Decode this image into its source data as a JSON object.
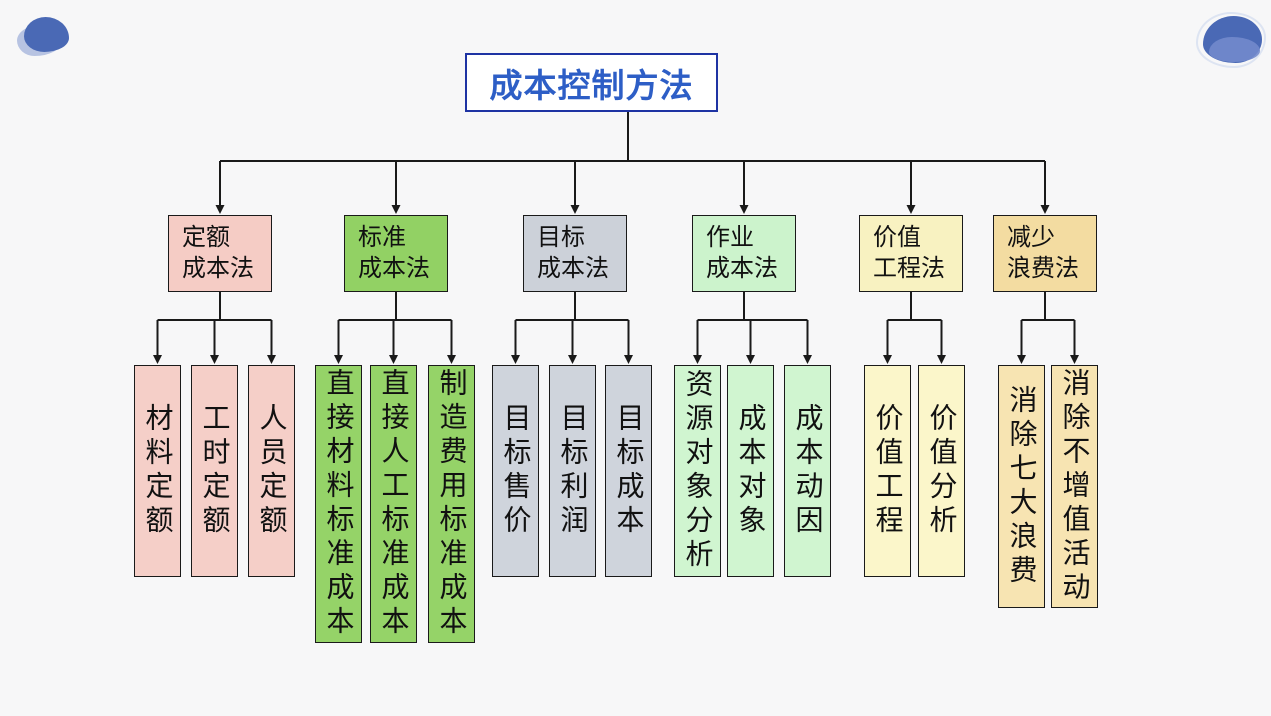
{
  "title": {
    "label": "成本控制方法",
    "text_color": "#2d5ec6",
    "border_color": "#1e33a3"
  },
  "lines": {
    "color": "#1a1a1a"
  },
  "branches": [
    {
      "label": "定额\n成本法",
      "color": "#f5ccc5",
      "child_color": "#f5cfc8",
      "children": [
        "材料定额",
        "工时定额",
        "人员定额"
      ]
    },
    {
      "label": "标准\n成本法",
      "color": "#92d164",
      "child_color": "#95d368",
      "children": [
        "直接材料标准成本",
        "直接人工标准成本",
        "制造费用标准成本"
      ]
    },
    {
      "label": "目标\n成本法",
      "color": "#ccd1d9",
      "child_color": "#cfd4dc",
      "children": [
        "目标售价",
        "目标利润",
        "目标成本"
      ]
    },
    {
      "label": "作业\n成本法",
      "color": "#ccf3cc",
      "child_color": "#d0f5d0",
      "children": [
        "资源对象分析",
        "成本对象",
        "成本动因"
      ]
    },
    {
      "label": "价值\n工程法",
      "color": "#f8f2c1",
      "child_color": "#fbf6ca",
      "children": [
        "价值工程",
        "价值分析"
      ]
    },
    {
      "label": "减少\n浪费法",
      "color": "#f3dca1",
      "child_color": "#f7e4b2",
      "children": [
        "消除七大浪费",
        "消除不增值活动"
      ]
    }
  ],
  "decorations": {
    "blob_color": "#4a69b5",
    "blob_light_color": "#b7c3e2"
  }
}
